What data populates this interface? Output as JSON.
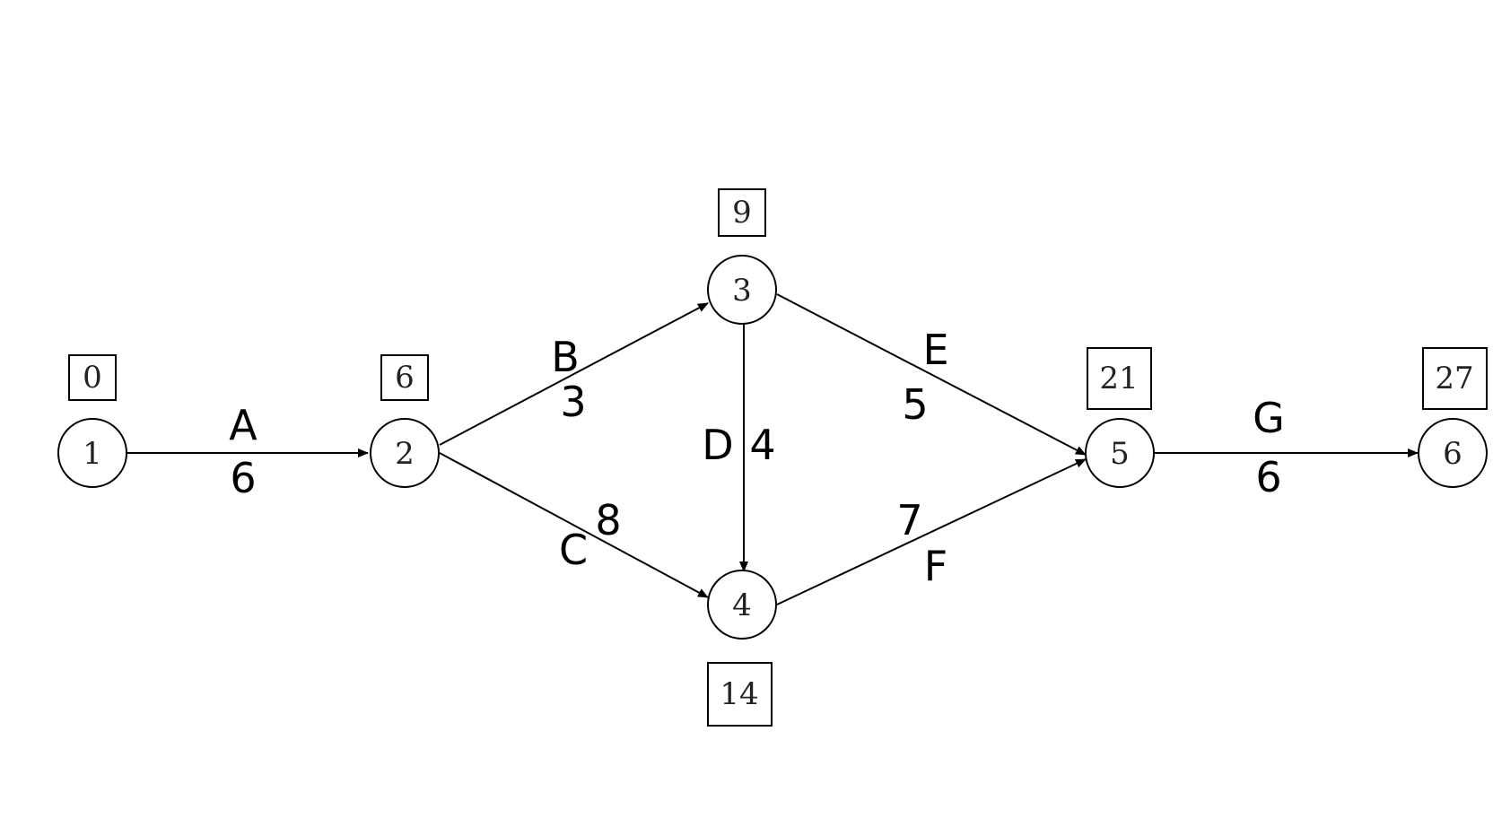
{
  "diagram": {
    "nodes": [
      {
        "id": "1",
        "label": "1",
        "time": "0"
      },
      {
        "id": "2",
        "label": "2",
        "time": "6"
      },
      {
        "id": "3",
        "label": "3",
        "time": "9"
      },
      {
        "id": "4",
        "label": "4",
        "time": "14"
      },
      {
        "id": "5",
        "label": "5",
        "time": "21"
      },
      {
        "id": "6",
        "label": "6",
        "time": "27"
      }
    ],
    "activities": [
      {
        "name": "A",
        "duration": "6",
        "from": "1",
        "to": "2"
      },
      {
        "name": "B",
        "duration": "3",
        "from": "2",
        "to": "3"
      },
      {
        "name": "C",
        "duration": "8",
        "from": "2",
        "to": "4"
      },
      {
        "name": "D",
        "duration": "4",
        "from": "3",
        "to": "4"
      },
      {
        "name": "E",
        "duration": "5",
        "from": "3",
        "to": "5"
      },
      {
        "name": "F",
        "duration": "7",
        "from": "4",
        "to": "5"
      },
      {
        "name": "G",
        "duration": "6",
        "from": "5",
        "to": "6"
      }
    ]
  }
}
